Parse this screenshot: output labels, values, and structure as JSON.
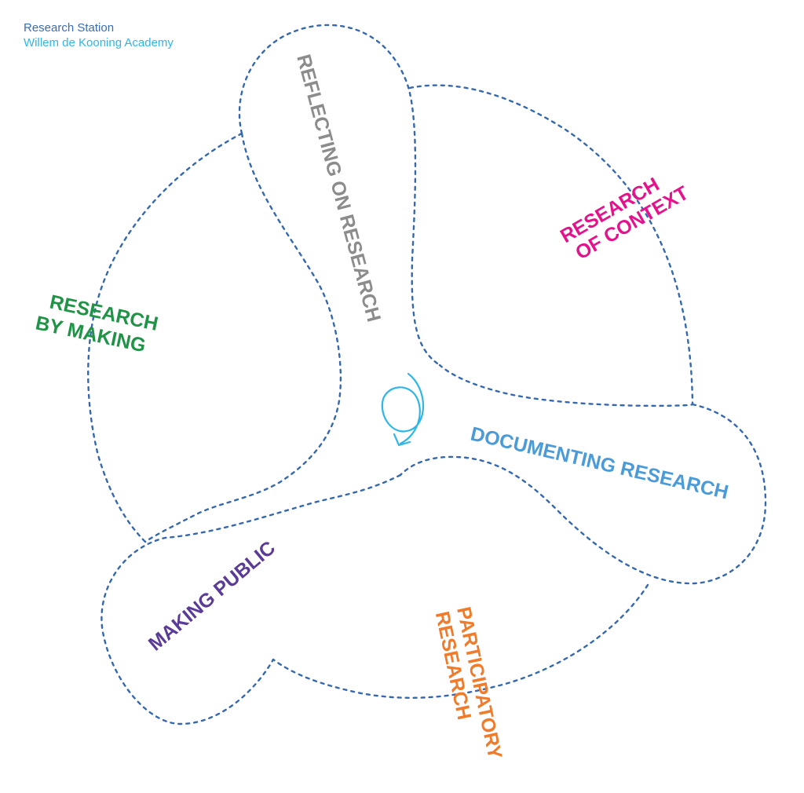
{
  "header": {
    "org": "Research Station",
    "institution": "Willem de Kooning Academy"
  },
  "colors": {
    "dashed_outline": "#3568ad",
    "org_text": "#3a6cb0",
    "institution_text": "#2fb6e6",
    "cycle_arrow": "#2fb6e6"
  },
  "regions": [
    {
      "id": "reflecting",
      "label": "REFLECTING ON RESEARCH",
      "color": "#8c8c8c"
    },
    {
      "id": "context",
      "lines": [
        "RESEARCH",
        "OF CONTEXT"
      ],
      "color": "#e5128c"
    },
    {
      "id": "making",
      "lines": [
        "RESEARCH",
        "BY MAKING"
      ],
      "color": "#1f9446"
    },
    {
      "id": "documenting",
      "label": "DOCUMENTING RESEARCH",
      "color": "#4a9bd8"
    },
    {
      "id": "public",
      "label": "MAKING PUBLIC",
      "color": "#5a3c96"
    },
    {
      "id": "participatory",
      "lines": [
        "PARTICIPATORY",
        "RESEARCH"
      ],
      "color": "#ef7b2b"
    }
  ],
  "center_icon": "cycle-arrow-icon"
}
